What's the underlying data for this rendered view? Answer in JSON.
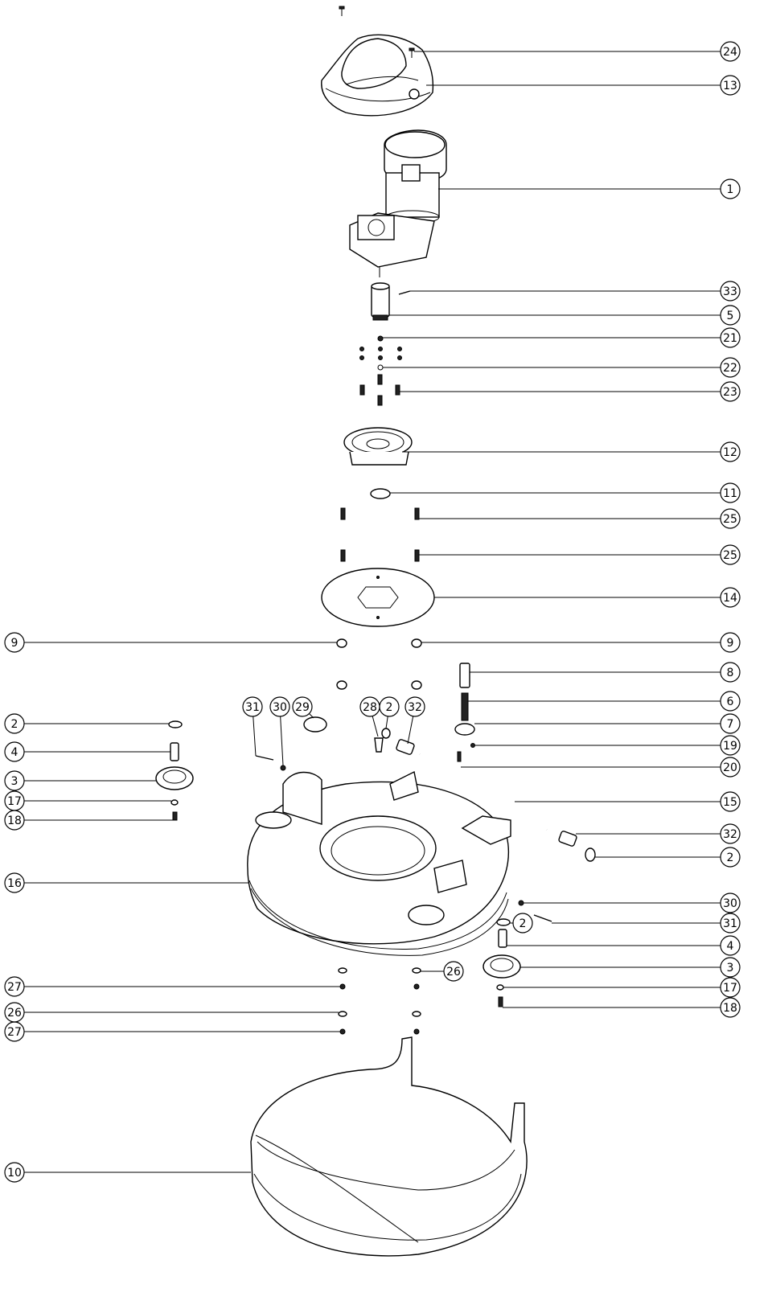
{
  "callouts": [
    {
      "label": "24"
    },
    {
      "label": "13"
    },
    {
      "label": "1"
    },
    {
      "label": "33"
    },
    {
      "label": "5"
    },
    {
      "label": "21"
    },
    {
      "label": "22"
    },
    {
      "label": "23"
    },
    {
      "label": "12"
    },
    {
      "label": "11"
    },
    {
      "label": "25"
    },
    {
      "label": "25"
    },
    {
      "label": "14"
    },
    {
      "label": "9"
    },
    {
      "label": "9"
    },
    {
      "label": "8"
    },
    {
      "label": "6"
    },
    {
      "label": "7"
    },
    {
      "label": "19"
    },
    {
      "label": "20"
    },
    {
      "label": "15"
    },
    {
      "label": "32"
    },
    {
      "label": "2"
    },
    {
      "label": "30"
    },
    {
      "label": "31"
    },
    {
      "label": "4"
    },
    {
      "label": "3"
    },
    {
      "label": "17"
    },
    {
      "label": "18"
    },
    {
      "label": "2"
    },
    {
      "label": "4"
    },
    {
      "label": "3"
    },
    {
      "label": "17"
    },
    {
      "label": "18"
    },
    {
      "label": "16"
    },
    {
      "label": "27"
    },
    {
      "label": "26"
    },
    {
      "label": "27"
    },
    {
      "label": "26"
    },
    {
      "label": "10"
    },
    {
      "label": "31"
    },
    {
      "label": "30"
    },
    {
      "label": "29"
    },
    {
      "label": "28"
    },
    {
      "label": "2"
    },
    {
      "label": "32"
    },
    {
      "label": "2"
    }
  ]
}
